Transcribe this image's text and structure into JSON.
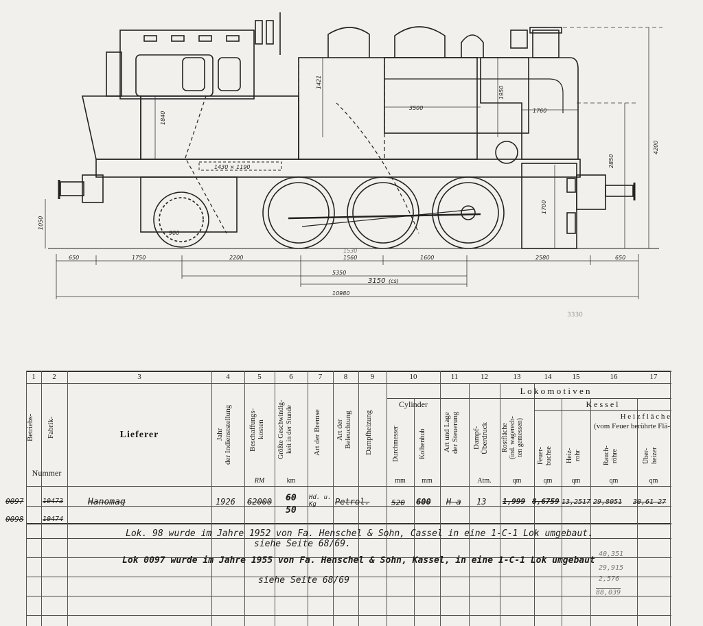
{
  "drawing": {
    "dimensions": {
      "overhang_front": "650",
      "wheelbase_1": "1750",
      "wheelbase_2": "2200",
      "wheelbase_3": "1560",
      "wheelbase_3_correction": "1530",
      "wheelbase_4": "1600",
      "rear_section": "2580",
      "overhang_rear": "650",
      "coupled_wheelbase": "5350",
      "rigid_wheelbase": "3150",
      "rigid_wheelbase_note": "(cs)",
      "total_length": "10980",
      "buffer_height": "1050",
      "cab_height": "1840",
      "dome_height": "1421",
      "boiler_length": "3500",
      "chimney_height": "1950",
      "smokebox_length": "1760",
      "boiler_center": "2850",
      "total_height": "4200",
      "wheel_dia": "1700",
      "window": "1430 × 1190",
      "trailing_wheel": "900"
    },
    "pencil_note": "3330"
  },
  "table": {
    "column_numbers": [
      "1",
      "2",
      "3",
      "4",
      "5",
      "6",
      "7",
      "8",
      "9",
      "10",
      "11",
      "12",
      "13",
      "14",
      "15",
      "16",
      "17"
    ],
    "headers": {
      "betriebs": "Betriebs-",
      "fabrik": "Fabrik-",
      "nummer": "Nummer",
      "lieferer": "Lieferer",
      "jahr": "Jahr\nder Indienststellung",
      "beschaffung": "Beschaffungs-\nkosten",
      "geschwindigkeit": "Größte Geschwindig-\nkeit in der Stunde",
      "bremse": "Art der Bremse",
      "beleuchtung": "Art der\nBeleuchtung",
      "dampfheizung": "Dampfheizung",
      "lokomotiven": "L o k o m o t i v e n",
      "cylinder": "Cylinder",
      "durchmesser": "Durchmesser",
      "kolbenhub": "Kolbenhub",
      "steuerung": "Art und Lage\nder Steuerung",
      "ueberdruck": "Dampf-\nÜberdruck",
      "rostflaeche": "Rostfläche\n(ind. wagerech-\nten gemessen)",
      "kessel": "K e s s e l",
      "heizflaeche": "H e i z f l ä c h e",
      "heizflaeche_sub": "(vom Feuer berührte Flä-",
      "feuerbuchse": "Feuer-\nbuchse",
      "heizrohr": "Heiz-\nrohr",
      "rauchrohre": "Rauch-\nröhre",
      "ueberheizer": "Über-\nheizer"
    },
    "units": {
      "kosten": "RM",
      "km": "km",
      "mm1": "mm",
      "mm2": "mm",
      "atm": "Atm.",
      "qm1": "qm",
      "qm2": "qm",
      "qm3": "qm",
      "qm4": "qm",
      "qm5": "qm"
    },
    "rows": [
      {
        "betriebs": "0097",
        "fabrik": "10473",
        "lieferer": "Hanomag",
        "jahr": "1926",
        "kosten": "62000",
        "speed": "60",
        "speed_corr": "50",
        "bremse": "Hd. u. Kg",
        "beleuchtung": "Petrol.",
        "durchmesser": "520",
        "kolbenhub": "600",
        "steuerung": "H a",
        "ueberdruck": "13",
        "rostflaeche": "1,999",
        "feuerbuchse": "8,6759",
        "heizrohr": "13,2517",
        "rauchrohre": "29,8051",
        "ueberheizer": "30,61 27"
      },
      {
        "betriebs": "0098",
        "fabrik": "10474"
      }
    ],
    "notes": {
      "note1a": "Lok. 98 wurde im Jahre 1952 von Fa. Henschel & Sohn, Cassel in eine  1-C-1 Lok  umgebaut.",
      "note1b": "siehe Seite 68/69.",
      "note2a": "Lok 0097 wurde im Jahre 1955 von Fa. Henschel & Sohn, Kassel, in eine  1-C-1 Lok  umgebaut",
      "note2b": "siehe Seite 68/69",
      "pencil_1": "40,351",
      "pencil_2": "29,915",
      "pencil_3": "2,576",
      "pencil_sum": "88,039"
    }
  }
}
